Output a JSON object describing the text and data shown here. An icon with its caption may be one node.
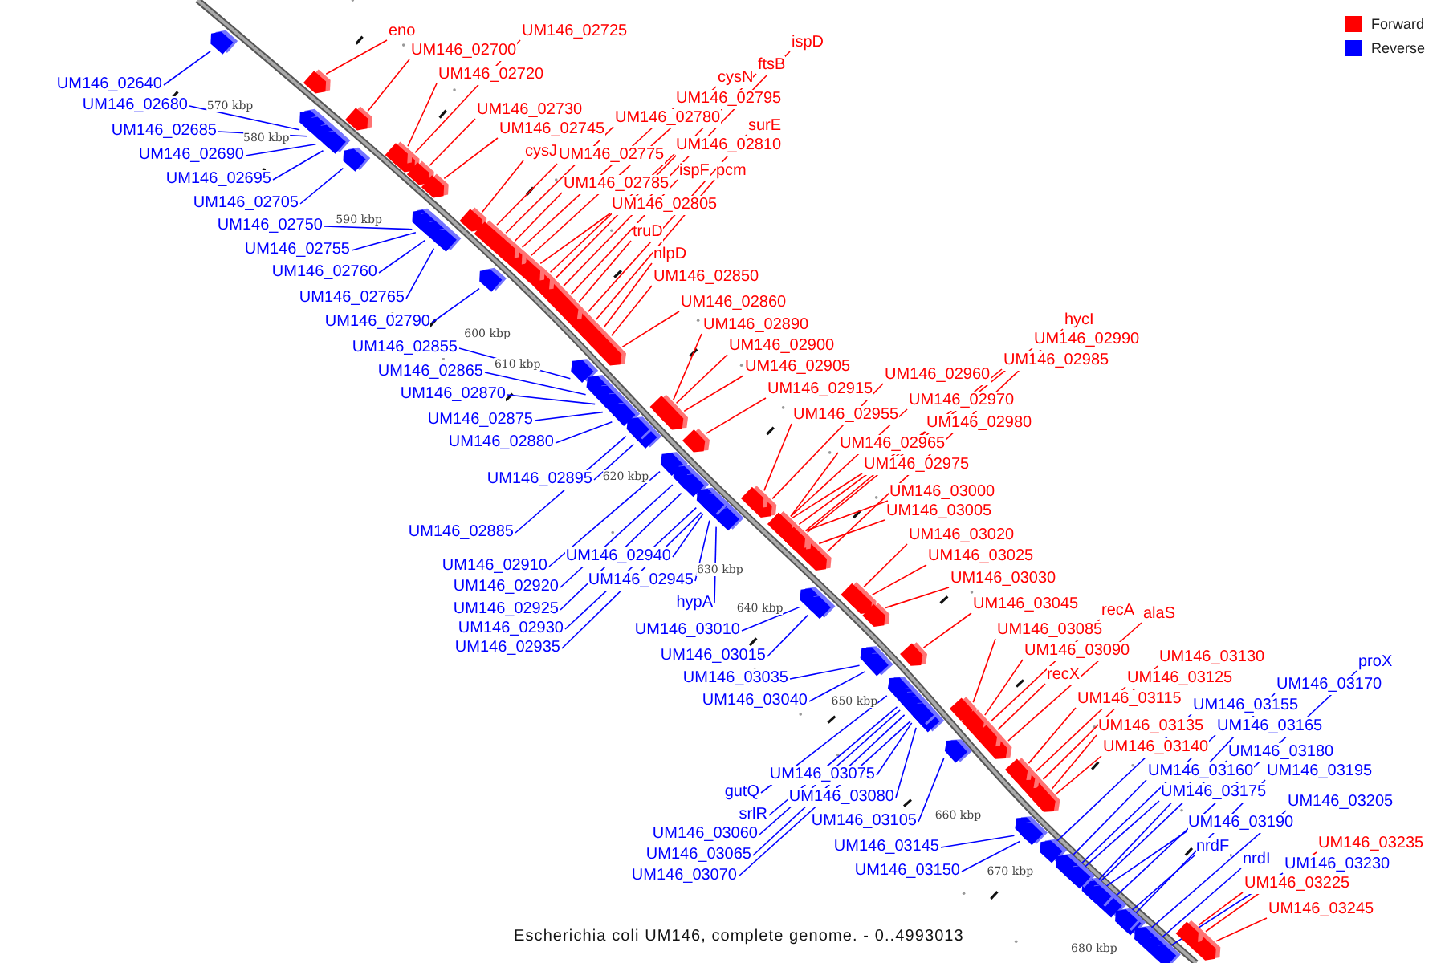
{
  "diagram": {
    "caption": "Escherichia coli UM146, complete genome. - 0..4993013",
    "nodes": [
      {
        "text": [
          "eno"
        ]
      },
      {
        "text": [
          "UM146_02725"
        ]
      },
      {
        "text": [
          "UM146_02700"
        ]
      },
      {
        "text": [
          "UM146_02720"
        ]
      },
      {
        "text": [
          "UM146_02730"
        ]
      },
      {
        "text": [
          "UM146_02745"
        ]
      },
      {
        "text": [
          "cysJ"
        ]
      },
      {
        "text": [
          "UM146_02775"
        ]
      },
      {
        "text": [
          "UM146_02780"
        ]
      },
      {
        "text": [
          "cysN"
        ]
      },
      {
        "text": [
          "ftsB"
        ]
      },
      {
        "text": [
          "ispD"
        ]
      },
      {
        "text": [
          "UM146_02795"
        ]
      },
      {
        "text": [
          "UM146_02810"
        ]
      },
      {
        "text": [
          "surE"
        ]
      },
      {
        "text": [
          "ispF"
        ]
      },
      {
        "text": [
          "pcm"
        ]
      },
      {
        "text": [
          "UM146_02785"
        ]
      },
      {
        "text": [
          "UM146_02805"
        ]
      },
      {
        "text": [
          "truD"
        ]
      },
      {
        "text": [
          "nlpD"
        ]
      },
      {
        "text": [
          "UM146_02850"
        ]
      },
      {
        "text": [
          "UM146_02860"
        ]
      },
      {
        "text": [
          "UM146_02890"
        ]
      },
      {
        "text": [
          "UM146_02900"
        ]
      },
      {
        "text": [
          "UM146_02905"
        ]
      },
      {
        "text": [
          "UM146_02915"
        ]
      },
      {
        "text": [
          "UM146_02960"
        ]
      },
      {
        "text": [
          "UM146_02955"
        ]
      },
      {
        "text": [
          "UM146_02970"
        ]
      },
      {
        "text": [
          "UM146_02980"
        ]
      },
      {
        "text": [
          "UM146_02965"
        ]
      },
      {
        "text": [
          "UM146_02975"
        ]
      },
      {
        "text": [
          "UM146_03000"
        ]
      },
      {
        "text": [
          "UM146_03005"
        ]
      },
      {
        "text": [
          "UM146_03020"
        ]
      },
      {
        "text": [
          "UM146_03025"
        ]
      },
      {
        "text": [
          "UM146_03030"
        ]
      },
      {
        "text": [
          "UM146_03045"
        ]
      },
      {
        "text": [
          "recA"
        ]
      },
      {
        "text": [
          "alaS"
        ]
      },
      {
        "text": [
          "UM146_03085"
        ]
      },
      {
        "text": [
          "UM146_03090"
        ]
      },
      {
        "text": [
          "recX"
        ]
      },
      {
        "text": [
          "UM146_03130"
        ]
      },
      {
        "text": [
          "UM146_03125"
        ]
      },
      {
        "text": [
          "UM146_03115"
        ]
      },
      {
        "text": [
          "UM146_03135"
        ]
      },
      {
        "text": [
          "UM146_03140"
        ]
      },
      {
        "text": [
          "hycI"
        ]
      },
      {
        "text": [
          "UM146_02990"
        ]
      },
      {
        "text": [
          "UM146_02985"
        ]
      },
      {
        "text": [
          "UM146_03235"
        ]
      },
      {
        "text": [
          "UM146_03225"
        ]
      },
      {
        "text": [
          "UM146_03245"
        ]
      },
      {
        "text": [
          "UM146_02640"
        ]
      },
      {
        "text": [
          "UM146_02680"
        ]
      },
      {
        "text": [
          "UM146_02685"
        ]
      },
      {
        "text": [
          "UM146_02690"
        ]
      },
      {
        "text": [
          "UM146_02695"
        ]
      },
      {
        "text": [
          "UM146_02705"
        ]
      },
      {
        "text": [
          "UM146_02750"
        ]
      },
      {
        "text": [
          "UM146_02755"
        ]
      },
      {
        "text": [
          "UM146_02760"
        ]
      },
      {
        "text": [
          "UM146_02765"
        ]
      },
      {
        "text": [
          "UM146_02790"
        ]
      },
      {
        "text": [
          "UM146_02855"
        ]
      },
      {
        "text": [
          "UM146_02865"
        ]
      },
      {
        "text": [
          "UM146_02870"
        ]
      },
      {
        "text": [
          "UM146_02875"
        ]
      },
      {
        "text": [
          "UM146_02880"
        ]
      },
      {
        "text": [
          "UM146_02895"
        ]
      },
      {
        "text": [
          "UM146_02885"
        ]
      },
      {
        "text": [
          "UM146_02910"
        ]
      },
      {
        "text": [
          "UM146_02940"
        ]
      },
      {
        "text": [
          "UM146_02920"
        ]
      },
      {
        "text": [
          "UM146_02945"
        ]
      },
      {
        "text": [
          "UM146_02925"
        ]
      },
      {
        "text": [
          "hypA"
        ]
      },
      {
        "text": [
          "UM146_02930"
        ]
      },
      {
        "text": [
          "UM146_03010"
        ]
      },
      {
        "text": [
          "UM146_02935"
        ]
      },
      {
        "text": [
          "UM146_03015"
        ]
      },
      {
        "text": [
          "UM146_03035"
        ]
      },
      {
        "text": [
          "UM146_03040"
        ]
      },
      {
        "text": [
          "UM146_03075"
        ]
      },
      {
        "text": [
          "gutQ"
        ]
      },
      {
        "text": [
          "UM146_03080"
        ]
      },
      {
        "text": [
          "srlR"
        ]
      },
      {
        "text": [
          "UM146_03105"
        ]
      },
      {
        "text": [
          "UM146_03060"
        ]
      },
      {
        "text": [
          "UM146_03145"
        ]
      },
      {
        "text": [
          "UM146_03065"
        ]
      },
      {
        "text": [
          "UM146_03070"
        ]
      },
      {
        "text": [
          "UM146_03150"
        ]
      },
      {
        "text": [
          "proX"
        ]
      },
      {
        "text": [
          "UM146_03170"
        ]
      },
      {
        "text": [
          "UM146_03155"
        ]
      },
      {
        "text": [
          "UM146_03165"
        ]
      },
      {
        "text": [
          "UM146_03180"
        ]
      },
      {
        "text": [
          "UM146_03160"
        ]
      },
      {
        "text": [
          "UM146_03195"
        ]
      },
      {
        "text": [
          "UM146_03175"
        ]
      },
      {
        "text": [
          "UM146_03205"
        ]
      },
      {
        "text": [
          "UM146_03190"
        ]
      },
      {
        "text": [
          "nrdF"
        ]
      },
      {
        "text": [
          "nrdI"
        ]
      },
      {
        "text": [
          "UM146_03230"
        ]
      },
      {
        "text": [],
        "shape": "box"
      },
      {
        "text": [],
        "shape": "box"
      },
      {
        "text": [],
        "shape": "box"
      },
      {
        "text": [],
        "shape": "box"
      },
      {
        "text": [],
        "shape": "box"
      },
      {
        "text": [],
        "shape": "box"
      },
      {
        "text": [],
        "shape": "box"
      },
      {
        "text": [],
        "shape": "box"
      },
      {
        "text": [],
        "shape": "box"
      },
      {
        "text": [],
        "shape": "box"
      },
      {
        "text": [],
        "shape": "box"
      },
      {
        "text": [],
        "shape": "box"
      },
      {
        "text": [],
        "shape": "box"
      },
      {
        "text": [],
        "shape": "box"
      },
      {
        "text": [],
        "shape": "box"
      },
      {
        "text": [],
        "shape": "box"
      },
      {
        "text": [],
        "shape": "box"
      },
      {
        "text": [],
        "shape": "box"
      },
      {
        "text": [],
        "shape": "box"
      },
      {
        "text": [],
        "shape": "box"
      },
      {
        "text": [],
        "shape": "box"
      },
      {
        "text": [],
        "shape": "box"
      },
      {
        "text": [],
        "shape": "box"
      },
      {
        "text": [],
        "shape": "box"
      },
      {
        "text": [],
        "shape": "box"
      },
      {
        "text": [],
        "shape": "box"
      },
      {
        "text": [],
        "shape": "box"
      },
      {
        "text": [],
        "shape": "box"
      },
      {
        "text": [],
        "shape": "box"
      },
      {
        "text": [],
        "shape": "box"
      },
      {
        "text": [],
        "shape": "box"
      },
      {
        "text": [],
        "shape": "box"
      },
      {
        "text": [],
        "shape": "box"
      },
      {
        "text": [],
        "shape": "box"
      },
      {
        "text": [],
        "shape": "box"
      },
      {
        "text": [],
        "shape": "box"
      },
      {
        "text": [],
        "shape": "box"
      },
      {
        "text": [],
        "shape": "box"
      },
      {
        "text": [],
        "shape": "box"
      },
      {
        "text": [],
        "shape": "box"
      },
      {
        "text": [],
        "shape": "box"
      },
      {
        "text": [],
        "shape": "box"
      },
      {
        "text": [],
        "shape": "box"
      },
      {
        "text": [],
        "shape": "box"
      },
      {
        "text": [],
        "shape": "box"
      },
      {
        "text": [],
        "shape": "box"
      },
      {
        "text": [],
        "shape": "box"
      },
      {
        "text": [],
        "shape": "box"
      },
      {
        "text": [],
        "shape": "box"
      },
      {
        "text": [],
        "shape": "box"
      },
      {
        "text": [],
        "shape": "box"
      },
      {
        "text": [],
        "shape": "box"
      },
      {
        "text": [],
        "shape": "box"
      },
      {
        "text": [],
        "shape": "box"
      },
      {
        "text": [],
        "shape": "box"
      },
      {
        "text": [],
        "shape": "box"
      },
      {
        "text": [],
        "shape": "box"
      },
      {
        "text": [],
        "shape": "box"
      },
      {
        "text": [],
        "shape": "box"
      },
      {
        "text": [],
        "shape": "box"
      },
      {
        "text": [],
        "shape": "box"
      },
      {
        "text": [],
        "shape": "box"
      },
      {
        "text": [],
        "shape": "box"
      },
      {
        "text": [],
        "shape": "box"
      },
      {
        "text": [],
        "shape": "box"
      },
      {
        "text": [],
        "shape": "box"
      },
      {
        "text": [],
        "shape": "box"
      },
      {
        "text": [],
        "shape": "box"
      },
      {
        "text": [],
        "shape": "box"
      },
      {
        "text": [],
        "shape": "box"
      },
      {
        "text": [],
        "shape": "box"
      },
      {
        "text": [],
        "shape": "box"
      },
      {
        "text": [],
        "shape": "box"
      },
      {
        "text": [],
        "shape": "box"
      },
      {
        "text": [],
        "shape": "box"
      },
      {
        "text": [],
        "shape": "box"
      },
      {
        "text": [],
        "shape": "box"
      },
      {
        "text": [],
        "shape": "box"
      },
      {
        "text": [],
        "shape": "box"
      },
      {
        "text": [],
        "shape": "box"
      },
      {
        "text": [],
        "shape": "box"
      },
      {
        "text": [],
        "shape": "box"
      },
      {
        "text": [],
        "shape": "box"
      },
      {
        "text": [],
        "shape": "box"
      },
      {
        "text": [],
        "shape": "box"
      },
      {
        "text": [],
        "shape": "box"
      },
      {
        "text": [],
        "shape": "box"
      },
      {
        "text": [],
        "shape": "box"
      },
      {
        "text": [],
        "shape": "box"
      },
      {
        "text": [],
        "shape": "box"
      },
      {
        "text": [],
        "shape": "box"
      },
      {
        "text": [],
        "shape": "box"
      },
      {
        "text": [],
        "shape": "box"
      },
      {
        "text": [],
        "shape": "box"
      },
      {
        "text": [],
        "shape": "box"
      },
      {
        "text": [],
        "shape": "box"
      },
      {
        "text": [],
        "shape": "box"
      },
      {
        "text": [],
        "shape": "box"
      },
      {
        "text": [],
        "shape": "box"
      },
      {
        "text": [],
        "shape": "box"
      },
      {
        "text": [],
        "shape": "box"
      },
      {
        "text": [],
        "shape": "box"
      },
      {
        "text": [],
        "shape": "box"
      },
      {
        "text": [],
        "shape": "box"
      },
      {
        "text": [],
        "shape": "box"
      },
      {
        "text": [],
        "shape": "box"
      },
      {
        "text": [],
        "shape": "box"
      },
      {
        "text": [],
        "shape": "box"
      }
    ],
    "edges": [
      {
        "from": 0,
        "to": 108,
        "arrow": "none"
      },
      {
        "from": 1,
        "to": 109,
        "arrow": "none"
      },
      {
        "from": 2,
        "to": 110,
        "arrow": "none"
      },
      {
        "from": 3,
        "to": 111,
        "arrow": "none"
      },
      {
        "from": 4,
        "to": 112,
        "arrow": "none"
      },
      {
        "from": 5,
        "to": 113,
        "arrow": "none"
      },
      {
        "from": 6,
        "to": 114,
        "arrow": "none"
      },
      {
        "from": 7,
        "to": 115,
        "arrow": "none"
      },
      {
        "from": 8,
        "to": 116,
        "arrow": "none"
      },
      {
        "from": 9,
        "to": 117,
        "arrow": "none"
      },
      {
        "from": 10,
        "to": 118,
        "arrow": "none"
      },
      {
        "from": 11,
        "to": 119,
        "arrow": "none"
      },
      {
        "from": 12,
        "to": 120,
        "arrow": "none"
      },
      {
        "from": 13,
        "to": 121,
        "arrow": "none"
      },
      {
        "from": 14,
        "to": 122,
        "arrow": "none"
      },
      {
        "from": 15,
        "to": 123,
        "arrow": "none"
      },
      {
        "from": 16,
        "to": 124,
        "arrow": "none"
      },
      {
        "from": 17,
        "to": 125,
        "arrow": "none"
      },
      {
        "from": 18,
        "to": 126,
        "arrow": "none"
      },
      {
        "from": 19,
        "to": 127,
        "arrow": "none"
      },
      {
        "from": 20,
        "to": 128,
        "arrow": "none"
      },
      {
        "from": 21,
        "to": 129,
        "arrow": "none"
      },
      {
        "from": 22,
        "to": 130,
        "arrow": "none"
      },
      {
        "from": 23,
        "to": 131,
        "arrow": "none"
      },
      {
        "from": 24,
        "to": 132,
        "arrow": "none"
      },
      {
        "from": 25,
        "to": 133,
        "arrow": "none"
      },
      {
        "from": 26,
        "to": 134,
        "arrow": "none"
      },
      {
        "from": 27,
        "to": 135,
        "arrow": "none"
      },
      {
        "from": 28,
        "to": 136,
        "arrow": "none"
      },
      {
        "from": 29,
        "to": 137,
        "arrow": "none"
      },
      {
        "from": 30,
        "to": 138,
        "arrow": "none"
      },
      {
        "from": 31,
        "to": 139,
        "arrow": "none"
      },
      {
        "from": 32,
        "to": 140,
        "arrow": "none"
      },
      {
        "from": 33,
        "to": 141,
        "arrow": "none"
      },
      {
        "from": 34,
        "to": 142,
        "arrow": "none"
      },
      {
        "from": 35,
        "to": 143,
        "arrow": "none"
      },
      {
        "from": 36,
        "to": 144,
        "arrow": "none"
      },
      {
        "from": 37,
        "to": 145,
        "arrow": "none"
      },
      {
        "from": 38,
        "to": 146,
        "arrow": "none"
      },
      {
        "from": 39,
        "to": 147,
        "arrow": "none"
      },
      {
        "from": 40,
        "to": 148,
        "arrow": "none"
      },
      {
        "from": 41,
        "to": 149,
        "arrow": "none"
      },
      {
        "from": 42,
        "to": 150,
        "arrow": "none"
      },
      {
        "from": 43,
        "to": 151,
        "arrow": "none"
      },
      {
        "from": 44,
        "to": 152,
        "arrow": "none"
      },
      {
        "from": 45,
        "to": 153,
        "arrow": "none"
      },
      {
        "from": 46,
        "to": 154,
        "arrow": "none"
      },
      {
        "from": 47,
        "to": 155,
        "arrow": "none"
      },
      {
        "from": 48,
        "to": 156,
        "arrow": "none"
      },
      {
        "from": 49,
        "to": 157,
        "arrow": "none"
      },
      {
        "from": 50,
        "to": 158,
        "arrow": "none"
      },
      {
        "from": 51,
        "to": 159,
        "arrow": "none"
      },
      {
        "from": 52,
        "to": 160,
        "arrow": "none"
      },
      {
        "from": 53,
        "to": 161,
        "arrow": "none"
      },
      {
        "from": 54,
        "to": 162,
        "arrow": "none"
      },
      {
        "from": 55,
        "to": 163,
        "arrow": "none",
        "color": "#0000ff"
      },
      {
        "from": 56,
        "to": 164,
        "arrow": "none",
        "color": "#0000ff"
      },
      {
        "from": 57,
        "to": 165,
        "arrow": "none",
        "color": "#0000ff"
      },
      {
        "from": 58,
        "to": 166,
        "arrow": "none",
        "color": "#0000ff"
      },
      {
        "from": 59,
        "to": 167,
        "arrow": "none",
        "color": "#0000ff"
      },
      {
        "from": 60,
        "to": 168,
        "arrow": "none",
        "color": "#0000ff"
      },
      {
        "from": 61,
        "to": 169,
        "arrow": "none",
        "color": "#0000ff"
      },
      {
        "from": 62,
        "to": 170,
        "arrow": "none",
        "color": "#0000ff"
      },
      {
        "from": 63,
        "to": 171,
        "arrow": "none",
        "color": "#0000ff"
      },
      {
        "from": 64,
        "to": 172,
        "arrow": "none",
        "color": "#0000ff"
      },
      {
        "from": 65,
        "to": 173,
        "arrow": "none",
        "color": "#0000ff"
      },
      {
        "from": 66,
        "to": 174,
        "arrow": "none",
        "color": "#0000ff"
      },
      {
        "from": 67,
        "to": 175,
        "arrow": "none",
        "color": "#0000ff"
      },
      {
        "from": 68,
        "to": 176,
        "arrow": "none",
        "color": "#0000ff"
      },
      {
        "from": 69,
        "to": 177,
        "arrow": "none",
        "color": "#0000ff"
      },
      {
        "from": 70,
        "to": 178,
        "arrow": "none",
        "color": "#0000ff"
      },
      {
        "from": 71,
        "to": 179,
        "arrow": "none",
        "color": "#0000ff"
      },
      {
        "from": 72,
        "to": 180,
        "arrow": "none",
        "color": "#0000ff"
      },
      {
        "from": 73,
        "to": 181,
        "arrow": "none",
        "color": "#0000ff"
      },
      {
        "from": 74,
        "to": 182,
        "arrow": "none",
        "color": "#0000ff"
      },
      {
        "from": 75,
        "to": 183,
        "arrow": "none",
        "color": "#0000ff"
      },
      {
        "from": 76,
        "to": 184,
        "arrow": "none",
        "color": "#0000ff"
      },
      {
        "from": 77,
        "to": 185,
        "arrow": "none",
        "color": "#0000ff"
      },
      {
        "from": 78,
        "to": 186,
        "arrow": "none",
        "color": "#0000ff"
      },
      {
        "from": 79,
        "to": 187,
        "arrow": "none",
        "color": "#0000ff"
      },
      {
        "from": 80,
        "to": 188,
        "arrow": "none",
        "color": "#0000ff"
      },
      {
        "from": 81,
        "to": 189,
        "arrow": "none",
        "color": "#0000ff"
      },
      {
        "from": 82,
        "to": 190,
        "arrow": "none",
        "color": "#0000ff"
      },
      {
        "from": 83,
        "to": 191,
        "arrow": "none",
        "color": "#0000ff"
      },
      {
        "from": 84,
        "to": 192,
        "arrow": "none",
        "color": "#0000ff"
      },
      {
        "from": 85,
        "to": 193,
        "arrow": "none",
        "color": "#0000ff"
      },
      {
        "from": 86,
        "to": 194,
        "arrow": "none",
        "color": "#0000ff"
      },
      {
        "from": 87,
        "to": 195,
        "arrow": "none",
        "color": "#0000ff"
      },
      {
        "from": 88,
        "to": 196,
        "arrow": "none",
        "color": "#0000ff"
      },
      {
        "from": 89,
        "to": 197,
        "arrow": "none",
        "color": "#0000ff"
      },
      {
        "from": 90,
        "to": 198,
        "arrow": "none",
        "color": "#0000ff"
      },
      {
        "from": 91,
        "to": 199,
        "arrow": "none",
        "color": "#0000ff"
      },
      {
        "from": 92,
        "to": 200,
        "arrow": "none",
        "color": "#0000ff"
      },
      {
        "from": 93,
        "to": 201,
        "arrow": "none",
        "color": "#0000ff"
      },
      {
        "from": 94,
        "to": 202,
        "arrow": "none",
        "color": "#0000ff"
      },
      {
        "from": 95,
        "to": 203,
        "arrow": "none",
        "color": "#0000ff"
      },
      {
        "from": 96,
        "to": 204,
        "arrow": "none",
        "color": "#0000ff"
      },
      {
        "from": 97,
        "to": 205,
        "arrow": "none",
        "color": "#0000ff"
      },
      {
        "from": 98,
        "to": 206,
        "arrow": "none",
        "color": "#0000ff"
      },
      {
        "from": 99,
        "to": 207,
        "arrow": "none",
        "color": "#0000ff"
      },
      {
        "from": 100,
        "to": 208,
        "arrow": "none",
        "color": "#0000ff"
      },
      {
        "from": 101,
        "to": 209,
        "arrow": "none",
        "color": "#0000ff"
      },
      {
        "from": 102,
        "to": 210,
        "arrow": "none",
        "color": "#0000ff"
      },
      {
        "from": 103,
        "to": 211,
        "arrow": "none",
        "color": "#0000ff"
      },
      {
        "from": 104,
        "to": 212,
        "arrow": "none",
        "color": "#0000ff"
      },
      {
        "from": 105,
        "to": 213,
        "arrow": "none",
        "color": "#0000ff"
      },
      {
        "from": 106,
        "to": 214,
        "arrow": "none",
        "color": "#0000ff"
      },
      {
        "from": 107,
        "to": 215,
        "arrow": "none",
        "color": "#0000ff"
      }
    ],
    "labels": [
      "570 kbp",
      "580 kbp",
      "590 kbp",
      "600 kbp",
      "610 kbp",
      "620 kbp",
      "630 kbp",
      "640 kbp",
      "650 kbp",
      "660 kbp",
      "670 kbp",
      "680 kbp"
    ],
    "legend": [
      {
        "text": "Forward",
        "color": "#ff0000"
      },
      {
        "text": "Reverse",
        "color": "#0000ff"
      }
    ]
  }
}
